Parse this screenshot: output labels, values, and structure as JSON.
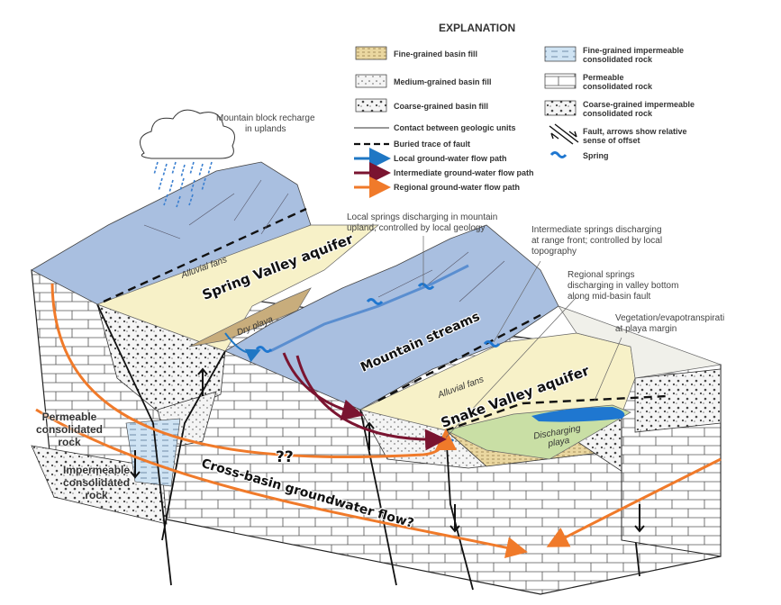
{
  "explanation": {
    "title": "EXPLANATION",
    "items": [
      {
        "label": "Fine-grained basin fill",
        "icon": "fine-basin-fill-swatch"
      },
      {
        "label": "Medium-grained basin fill",
        "icon": "medium-basin-fill-swatch"
      },
      {
        "label": "Coarse-grained basin fill",
        "icon": "coarse-basin-fill-swatch"
      },
      {
        "label": "Contact between geologic units",
        "icon": "solid-line"
      },
      {
        "label": "Buried trace of fault",
        "icon": "dashed-line"
      },
      {
        "label": "Local ground-water flow path",
        "icon": "blue-arrow",
        "color": "#1f77c4"
      },
      {
        "label": "Intermediate ground-water flow path",
        "icon": "maroon-arrow",
        "color": "#7a1430"
      },
      {
        "label": "Regional ground-water flow path",
        "icon": "orange-arrow",
        "color": "#f07a2a"
      },
      {
        "label": "Fine-grained impermeable consolidated rock",
        "label2": "consolidated rock",
        "icon": "fine-impermeable-swatch"
      },
      {
        "label": "Permeable",
        "label2": "consolidated rock",
        "icon": "permeable-rock-swatch"
      },
      {
        "label": "Coarse-grained impermeable",
        "label2": "consolidated rock",
        "icon": "coarse-impermeable-swatch"
      },
      {
        "label": "Fault, arrows show relative",
        "label2": "sense of offset",
        "icon": "fault-arrows"
      },
      {
        "label": "Spring",
        "icon": "spring-symbol"
      }
    ]
  },
  "annotations": {
    "recharge": "Mountain block recharge\nin uplands",
    "local_springs": "Local springs discharging in mountain\nupland, controlled by local geology",
    "intermediate_springs": "Intermediate springs discharging\nat range front; controlled by local\ntopography",
    "regional_springs": "Regional springs\ndischarging in valley bottom\nalong mid-basin fault",
    "vegetation": "Vegetation/evapotranspirati\nat playa margin"
  },
  "labels": {
    "alluvial_fans_1": "Alluvial  fans",
    "alluvial_fans_2": "Alluvial  fans",
    "dry_playa": "Dry  playa",
    "discharging_playa": "Discharging\nplaya",
    "permeable_rock": "Permeable\nconsolidated\nrock",
    "impermeable_rock": "Impermeable\nconsolidated\nrock"
  },
  "callouts": {
    "spring_valley": "Spring Valley aquifer",
    "mountain_streams": "Mountain streams",
    "snake_valley": "Snake Valley aquifer",
    "question": "??",
    "cross_basin": "Cross-basin groundwater flow?"
  },
  "colors": {
    "mountain": "#a9bfe0",
    "alluvial": "#f7f1c8",
    "playa_dry": "#c8ad7c",
    "playa_wet": "#c9dfa5",
    "water": "#1f77d0",
    "local_flow": "#1f77c4",
    "intermediate_flow": "#7a1430",
    "regional_flow": "#f07a2a"
  }
}
